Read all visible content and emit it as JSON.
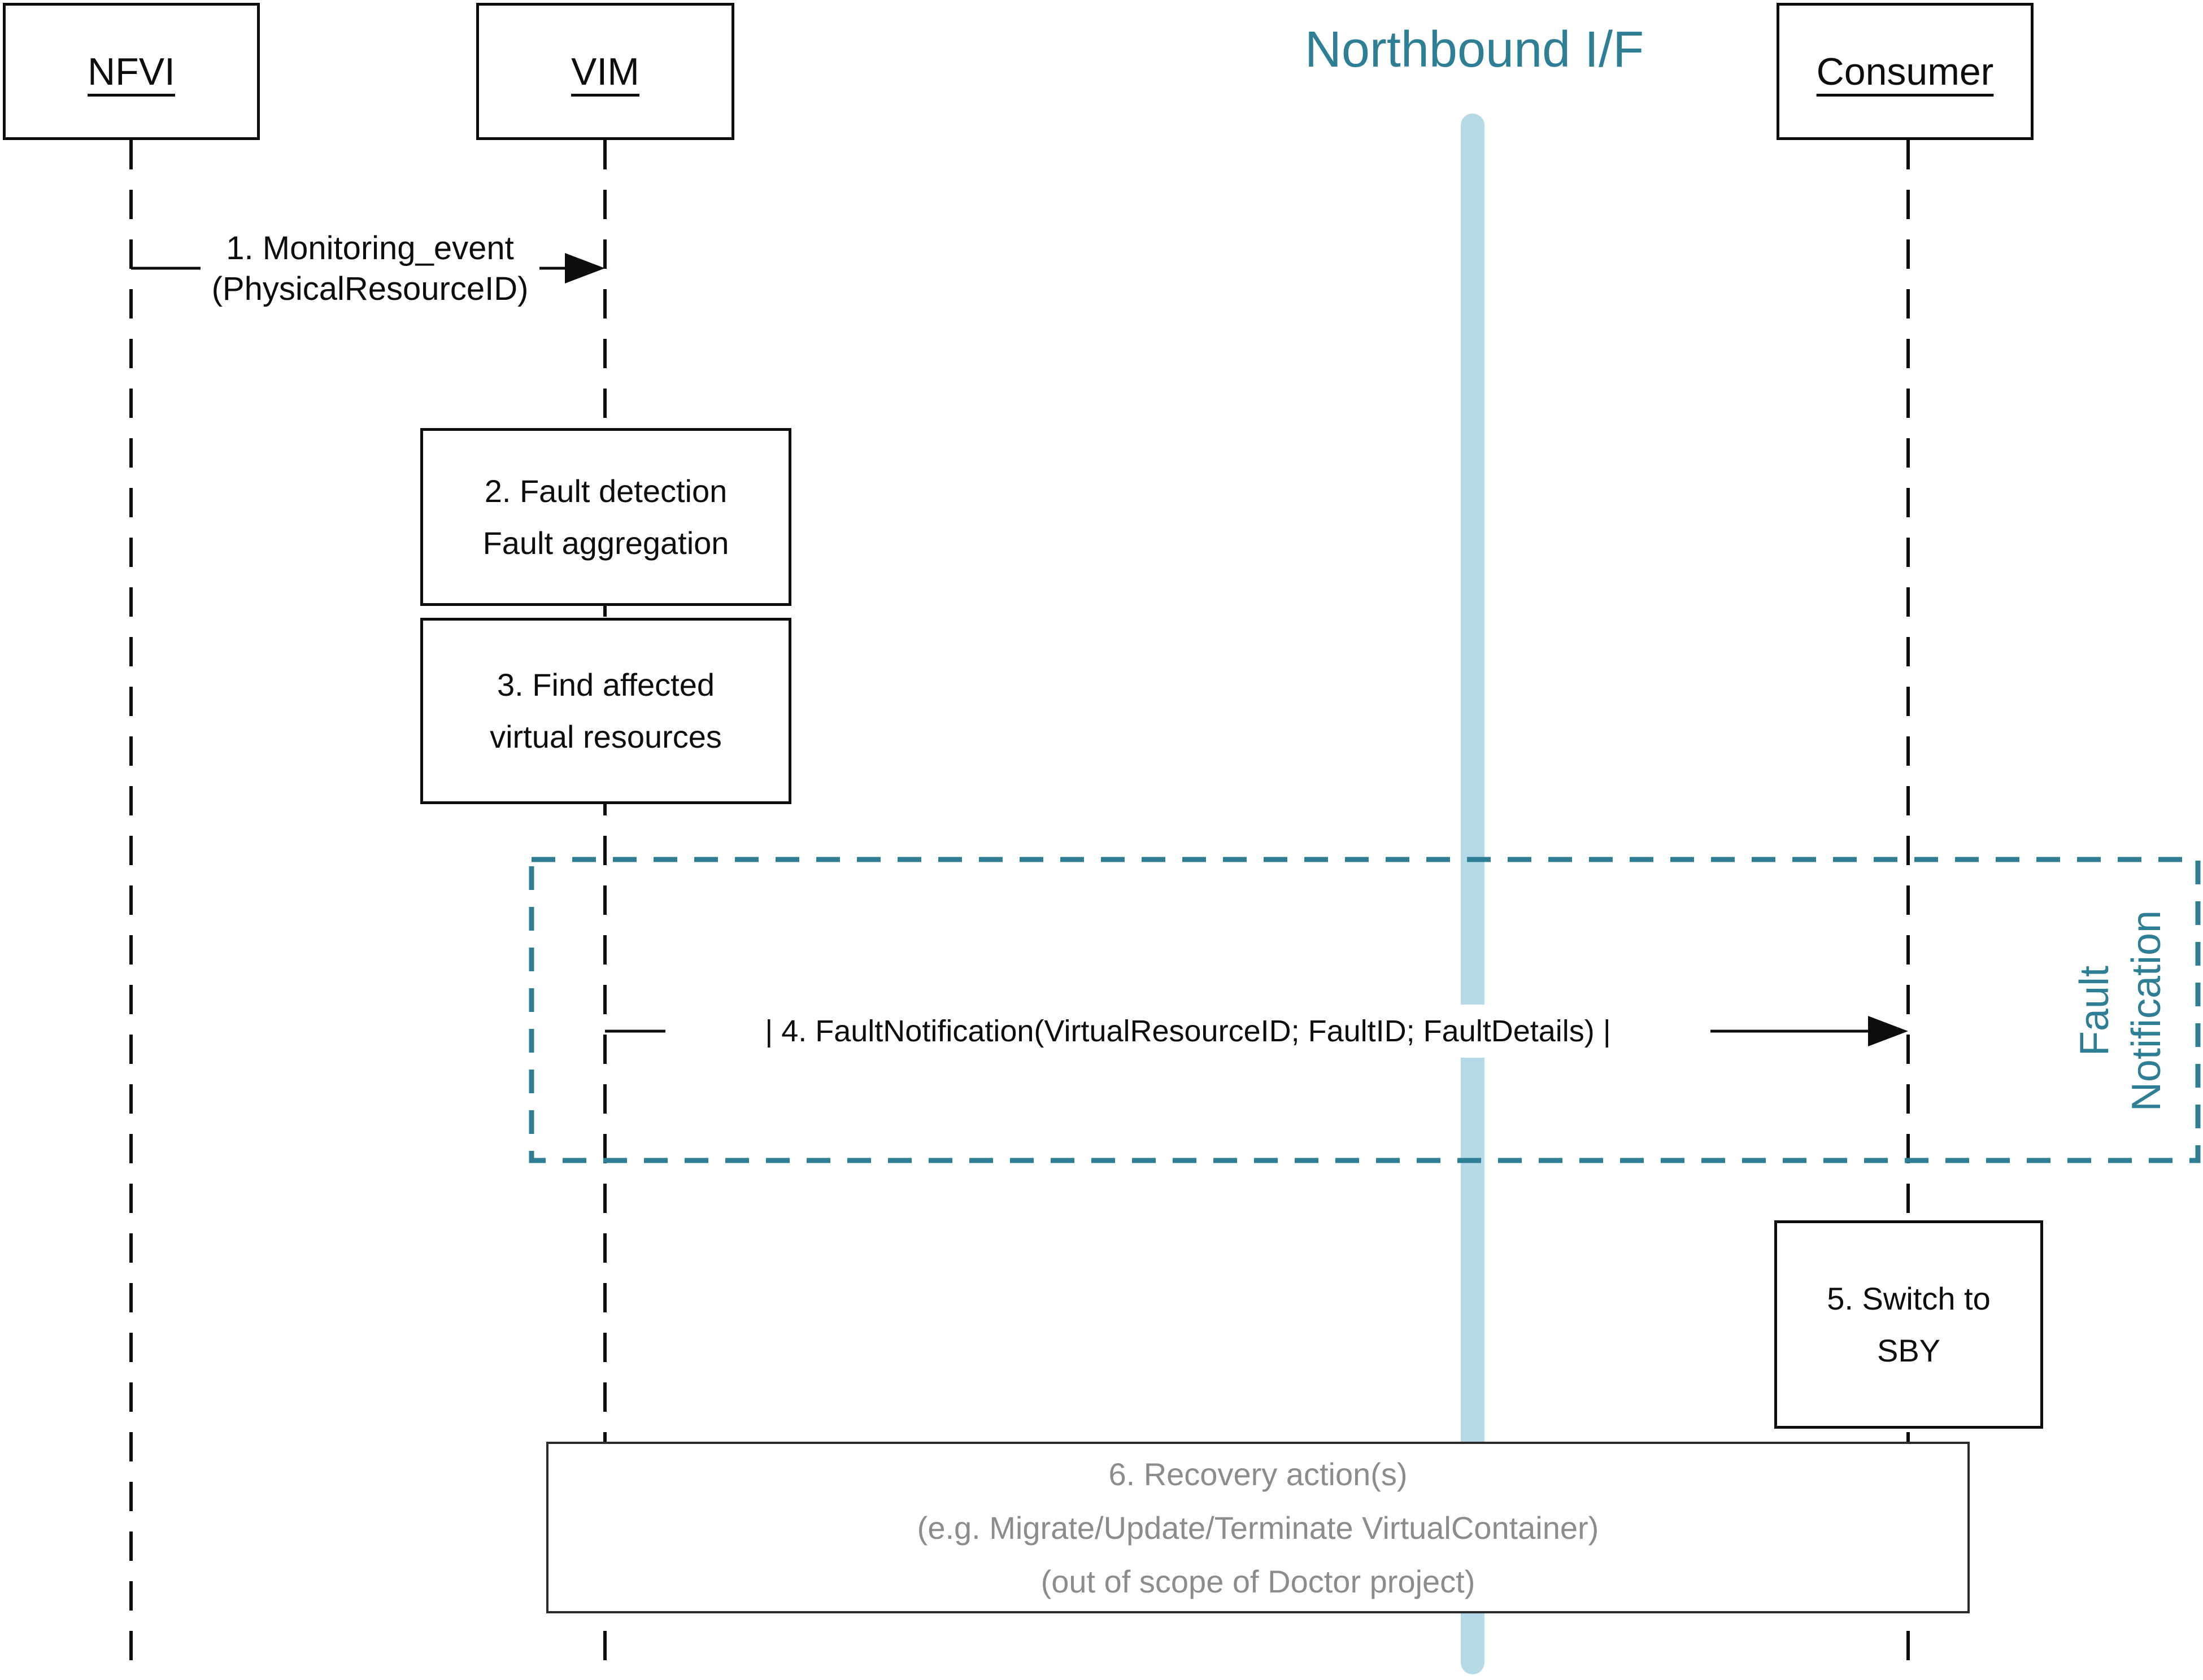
{
  "colors": {
    "teal": "#2E7E96",
    "light_blue": "#B3DAE6",
    "gray_text": "#8C8C8C",
    "ink": "#0D0D0D"
  },
  "actors": [
    {
      "label": "NFVI"
    },
    {
      "label": "VIM"
    },
    {
      "label": "Consumer"
    }
  ],
  "northbound_title": "Northbound I/F",
  "messages": {
    "m1_line1": "1. Monitoring_event",
    "m1_line2": "(PhysicalResourceID)",
    "m4": "| 4. FaultNotification(VirtualResourceID; FaultID; FaultDetails) |"
  },
  "steps": {
    "s2_line1": "2. Fault detection",
    "s2_line2": "Fault aggregation",
    "s3_line1": "3. Find affected",
    "s3_line2": "virtual resources",
    "s5_line1": "5. Switch to",
    "s5_line2": "SBY",
    "s6_line1": "6. Recovery action(s)",
    "s6_line2": "(e.g. Migrate/Update/Terminate VirtualContainer)",
    "s6_line3": "(out of scope of Doctor project)"
  },
  "frame": {
    "label_line1": "Fault",
    "label_line2": "Notification"
  }
}
